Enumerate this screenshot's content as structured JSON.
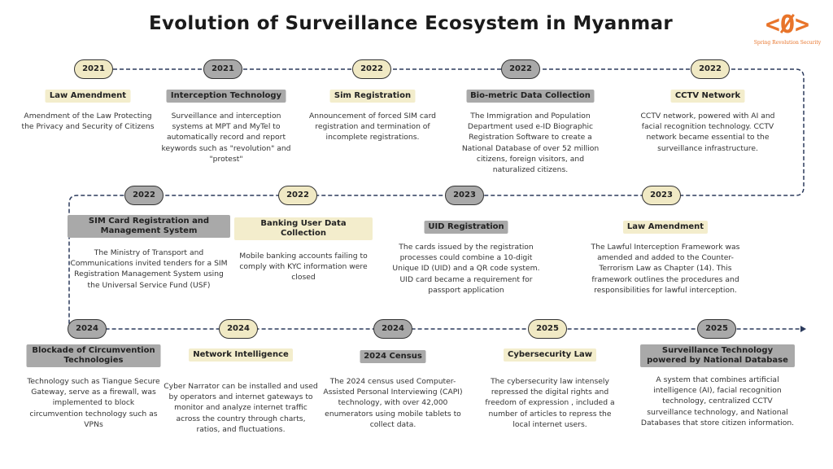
{
  "title": "Evolution of Surveillance Ecosystem in Myanmar",
  "logo": {
    "mark": "<Ø>",
    "text": "Spring Revolution Security",
    "color": "#e8742a"
  },
  "colors": {
    "cream": "#f0e9c4",
    "gray": "#a9a9a9",
    "line": "#2b3a5c"
  },
  "events": [
    {
      "year": "2021",
      "label": "Law  Amendment",
      "desc": "Amendment of the Law Protecting the Privacy and Security of Citizens",
      "style": "c"
    },
    {
      "year": "2021",
      "label": "Interception Technology",
      "desc": "Surveillance and interception systems at MPT and MyTel to automatically record and report keywords such as \"revolution\" and \"protest\"",
      "style": "g"
    },
    {
      "year": "2022",
      "label": "Sim Registration",
      "desc": "Announcement of forced SIM card registration and termination of incomplete registrations.",
      "style": "c"
    },
    {
      "year": "2022",
      "label": "Bio-metric Data Collection",
      "desc": "The Immigration and Population Department used e-ID Biographic Registration Software to create a National Database of over 52 million citizens, foreign visitors, and naturalized citizens.",
      "style": "g"
    },
    {
      "year": "2022",
      "label": "CCTV Network",
      "desc": "CCTV network, powered with AI and facial recognition technology. CCTV network became essential to the surveillance infrastructure.",
      "style": "c"
    },
    {
      "year": "2022",
      "label": "SIM Card Registration and Management System",
      "desc": "The Ministry of Transport and Communications invited tenders for a SIM Registration Management System using the Universal Service Fund (USF)",
      "style": "g"
    },
    {
      "year": "2022",
      "label": "Banking User Data Collection",
      "desc": "Mobile banking accounts failing to comply with KYC information were closed",
      "style": "c"
    },
    {
      "year": "2023",
      "label": "UID Registration",
      "desc": "The cards issued by the registration processes could combine a 10-digit Unique ID (UID) and a QR code system. UID card became a requirement for passport application",
      "style": "g"
    },
    {
      "year": "2023",
      "label": "Law Amendment",
      "desc": "The Lawful Interception Framework was amended and added to the Counter-Terrorism Law as Chapter (14). This framework outlines the procedures and responsibilities for lawful interception.",
      "style": "c"
    },
    {
      "year": "2024",
      "label": "Blockade of Circumvention Technologies",
      "desc": "Technology such as Tiangue Secure Gateway, serve as a firewall, was implemented to block circumvention technology such as VPNs",
      "style": "g"
    },
    {
      "year": "2024",
      "label": "Network Intelligence",
      "desc": "Cyber Narrator can be installed and used by operators and internet gateways to monitor and analyze internet traffic across the country through charts, ratios, and fluctuations.",
      "style": "c"
    },
    {
      "year": "2024",
      "label": "2024 Census",
      "desc": "The 2024 census used Computer-Assisted Personal Interviewing (CAPI) technology, with over 42,000 enumerators using mobile tablets to collect data.",
      "style": "g"
    },
    {
      "year": "2025",
      "label": "Cybersecurity Law",
      "desc": "The cybersecurity law intensely repressed the digital rights and freedom of expression , included a number of articles to repress the local internet users.",
      "style": "c"
    },
    {
      "year": "2025",
      "label": "Surveillance Technology powered by National Database",
      "desc": "A system that combines artificial intelligence (AI), facial recognition technology, centralized CCTV surveillance technology, and National Databases that store citizen information.",
      "style": "g"
    }
  ]
}
